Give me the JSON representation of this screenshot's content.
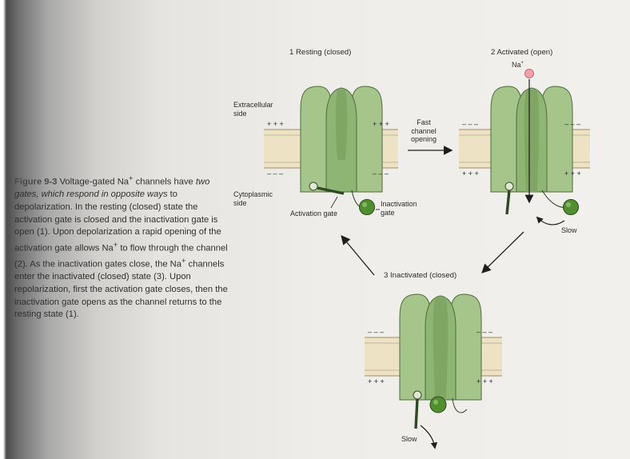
{
  "caption": {
    "figure_label": "Figure 9-3",
    "text_1": " Voltage-gated Na",
    "sup_1": "+",
    "text_2": " channels have ",
    "italic": "two gates, which respond in opposite ways",
    "text_3": " to depolarization. In the resting (closed) state the activation gate is closed and the inactivation gate is open (1). Upon depolarization a rapid opening of the activation gate allows Na",
    "sup_2": "+",
    "text_4": " to flow through the channel (2). As the inactivation gates close, the Na",
    "sup_3": "+",
    "text_5": " channels enter the inactivated (closed) state (3). Upon repolarization, first the activation gate closes, then the inactivation gate opens as the channel returns to the resting state (1)."
  },
  "diagram": {
    "state_1": "1  Resting (closed)",
    "state_2": "2  Activated (open)",
    "state_3": "3  Inactivated (closed)",
    "extracellular_side": [
      "Extracellular",
      "side"
    ],
    "cytoplasmic_side": [
      "Cytoplasmic",
      "side"
    ],
    "activation_gate": "Activation gate",
    "inactivation_gate": [
      "Inactivation",
      "gate"
    ],
    "fast_channel_opening": [
      "Fast",
      "channel",
      "opening"
    ],
    "na_ion": "Na",
    "na_charge": "+",
    "slow_1": "Slow",
    "slow_2": "Slow",
    "charges": {
      "plus": "+ + +",
      "minus": "– – –"
    },
    "colors": {
      "channel_fill": "#a6c58a",
      "channel_stroke": "#4f6b3a",
      "pore": "#7fa763",
      "membrane": "#ede2c4",
      "ball": "#4f8f2e",
      "ion": "#f3a0a6"
    }
  }
}
